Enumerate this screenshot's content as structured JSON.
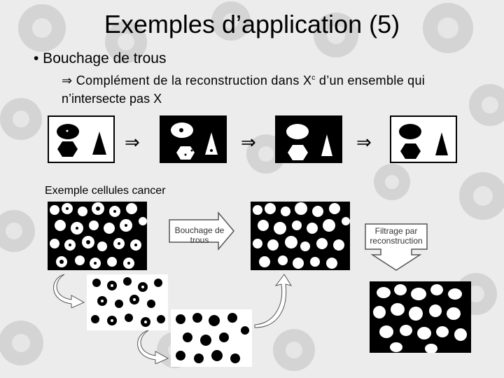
{
  "slide": {
    "title": "Exemples d’application (5)",
    "bullet": "• Bouchage de trous",
    "sub_arrow": "⇒",
    "sub_text1": "Complément de la reconstruction dans X",
    "sub_sup": "c",
    "sub_text2": "d’un ensemble qui",
    "sub_line2": "n’intersecte pas X",
    "implies": "⇒",
    "caption": "Exemple cellules cancer",
    "arrow_label_1": "Bouchage de trous",
    "arrow_label_2": "Filtrage par reconstruction"
  }
}
